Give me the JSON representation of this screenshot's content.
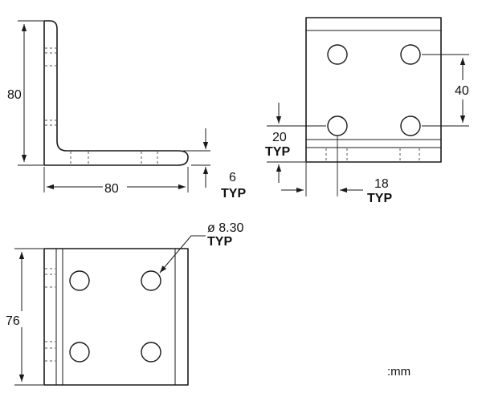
{
  "side_view": {
    "height_dim": "80",
    "length_dim": "80",
    "thickness_dim": "6",
    "thickness_note": "TYP"
  },
  "top_view": {
    "hole_spacing_dim": "40",
    "edge_offset_dim": "20",
    "edge_offset_note": "TYP",
    "bend_offset_dim": "18",
    "bend_offset_note": "TYP"
  },
  "front_view": {
    "width_dim": "76",
    "hole_callout": "ø 8.30",
    "hole_callout_note": "TYP"
  },
  "units_label": ":mm"
}
